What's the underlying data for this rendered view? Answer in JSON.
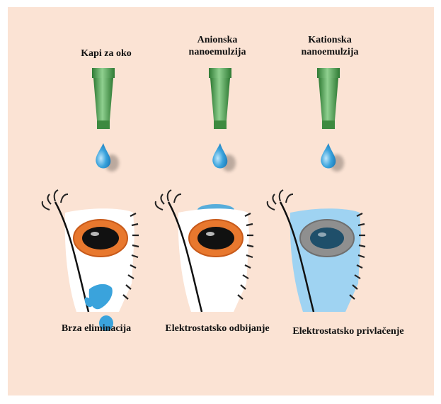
{
  "columns": [
    {
      "top_label": "Kapi za oko",
      "bottom_label": "Brza eliminacija",
      "drop_color": "#3aa3dc",
      "iris_color": "#e8782e",
      "tear_film": "drain"
    },
    {
      "top_label_line1": "Anionska",
      "top_label_line2": "nanoemulzija",
      "bottom_label": "Elektrostatsko odbijanje",
      "drop_color": "#3aa3dc",
      "iris_color": "#e8782e",
      "tear_film": "repelled"
    },
    {
      "top_label_line1": "Kationska",
      "top_label_line2": "nanoemulzija",
      "bottom_label": "Elektrostatsko privlačenje",
      "drop_color": "#3aa3dc",
      "iris_color": "#8f8f8f",
      "tear_film": "covering"
    }
  ],
  "colors": {
    "background": "#fbe3d4",
    "dropper_green": "#4e9a4e",
    "dropper_highlight": "#8fd08f",
    "sclera": "#ffffff",
    "film_blue": "#9fd3f2",
    "pupil": "#111111",
    "lash": "#222222"
  }
}
